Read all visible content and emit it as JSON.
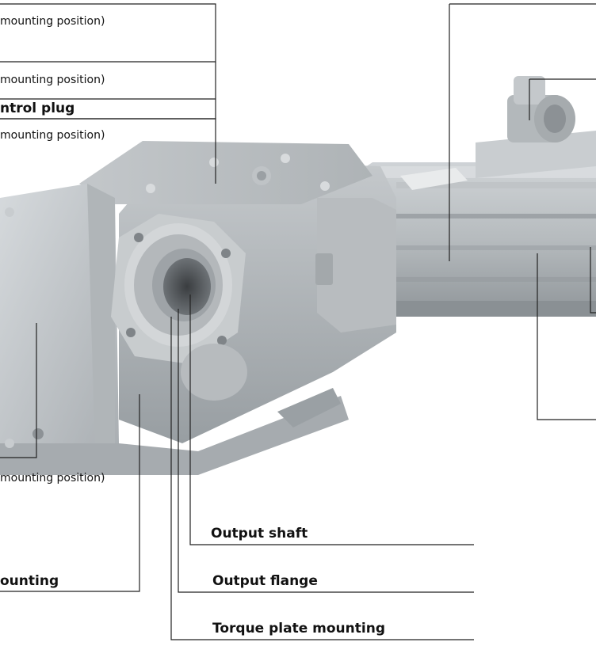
{
  "labels": {
    "mount_top_1": "mounting position)",
    "mount_top_2": "mounting position)",
    "control_plug": "ntrol plug",
    "mount_top_3": "mounting position)",
    "mount_bottom": "mounting position)",
    "output_shaft": "Output shaft",
    "mounting_left": "ounting",
    "output_flange": "Output flange",
    "torque_plate_mounting": "Torque plate mounting"
  }
}
